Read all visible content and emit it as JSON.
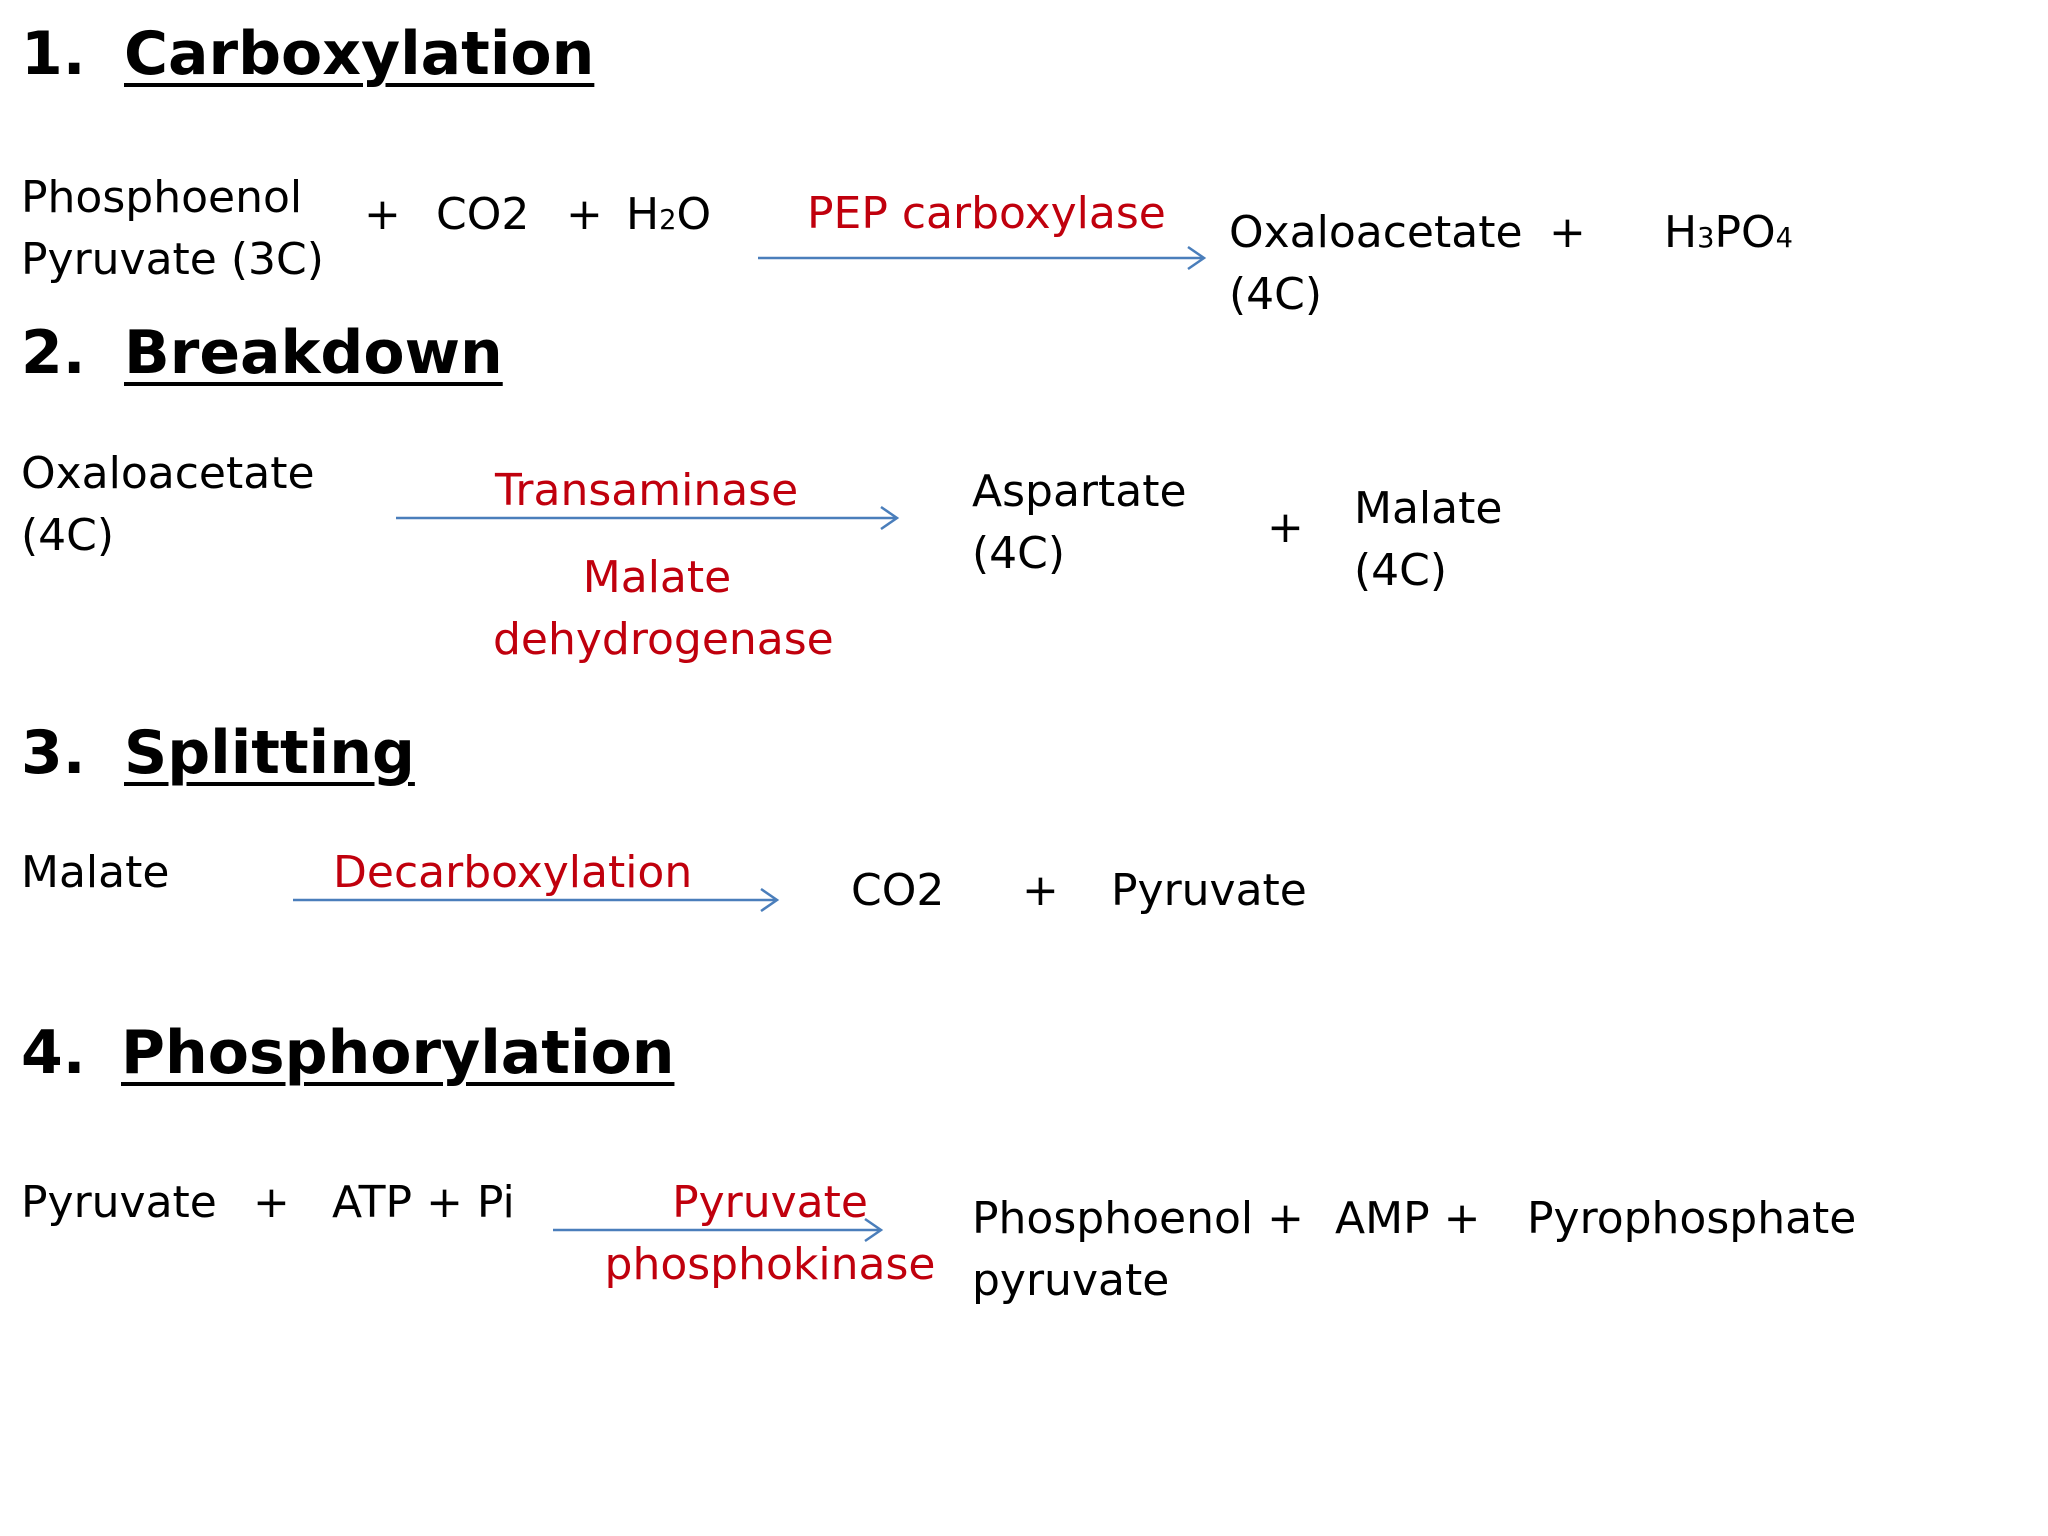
{
  "steps": [
    {
      "number": "1.",
      "title": "Carboxylation",
      "reactant_1_line1": "Phosphoenol",
      "reactant_1_line2": "Pyruvate (3C)",
      "plus_1": "+",
      "reactant_2": "CO2",
      "plus_2": "+",
      "water_h": "H",
      "water_sub": "2",
      "water_o": "O",
      "enzyme": "PEP carboxylase",
      "product_1_line1": "Oxaloacetate",
      "product_1_line2": "(4C)",
      "plus_3": "+",
      "acid_h": "H",
      "acid_sub3": "3",
      "acid_po": "PO",
      "acid_sub4": "4"
    },
    {
      "number": "2.",
      "title": "Breakdown",
      "reactant_line1": "Oxaloacetate",
      "reactant_line2": "(4C)",
      "enzyme_1": "Transaminase",
      "enzyme_2_line1": "Malate",
      "enzyme_2_line2": "dehydrogenase",
      "product_1_line1": "Aspartate",
      "product_1_line2": "(4C)",
      "plus": "+",
      "product_2_line1": "Malate",
      "product_2_line2": "(4C)"
    },
    {
      "number": "3.",
      "title": "Splitting",
      "reactant": "Malate",
      "enzyme": "Decarboxylation",
      "product_1": "CO2",
      "plus": "+",
      "product_2": "Pyruvate"
    },
    {
      "number": "4.",
      "title": "Phosphorylation",
      "reactant_1": "Pyruvate",
      "plus_1": "+",
      "reactant_2": "ATP + Pi",
      "enzyme_line1": "Pyruvate",
      "enzyme_line2": "phosphokinase",
      "product_1_line1": "Phosphoenol +",
      "product_1_line2": "pyruvate",
      "product_2": "AMP +",
      "product_3": "Pyrophosphate"
    }
  ],
  "colors": {
    "text": "#000000",
    "enzyme": "#c0000d",
    "arrow": "#4a7ebb"
  }
}
